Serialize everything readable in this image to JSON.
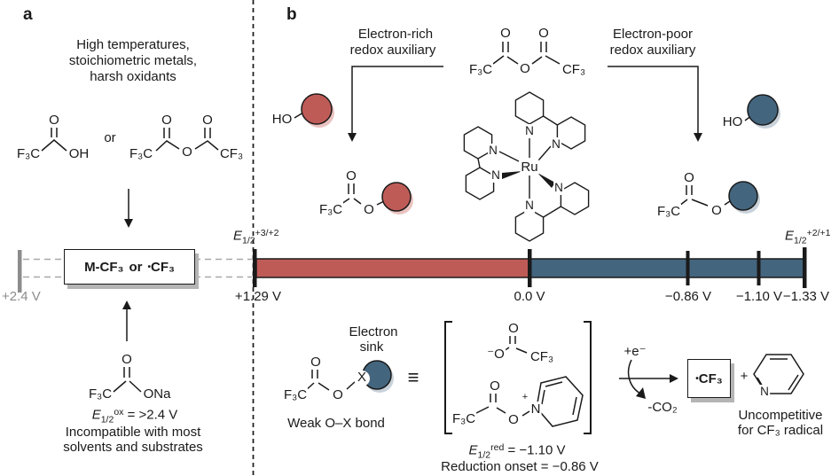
{
  "colors": {
    "bar_red": "#bf5b57",
    "bar_blue": "#44657e",
    "reference_gray": "#8c8c8c"
  },
  "panel_a": {
    "label": "a",
    "conditions": [
      "High temperatures,",
      "stoichiometric metals,",
      "harsh oxidants"
    ],
    "or": "or",
    "tfa": {
      "o": "O",
      "f3c": "F₃C",
      "oh": "OH"
    },
    "tfaa": {
      "o_left": "O",
      "o_right": "O",
      "f3c": "F₃C",
      "o_bridge": "O",
      "cf3": "CF₃"
    },
    "ref_voltage": "+2.4 V",
    "box": {
      "m": "M-CF₃",
      "or": "or",
      "dot": "•",
      "cf3": "CF₃"
    },
    "salt": {
      "o": "O",
      "f3c": "F₃C",
      "ona": "ONa"
    },
    "e_ox": {
      "e": "E",
      "sub": "1/2",
      "sup": "ox",
      "rest": " = >2.4 V"
    },
    "note": [
      "Incompatible with most",
      "solvents and substrates"
    ]
  },
  "panel_b": {
    "label": "b",
    "electron_rich": [
      "Electron-rich",
      "redox auxiliary"
    ],
    "electron_poor": [
      "Electron-poor",
      "redox auxiliary"
    ],
    "ho": "HO",
    "anhydride": {
      "o_left": "O",
      "o_right": "O",
      "f3c": "F₃C",
      "o_bridge": "O",
      "cf3": "CF₃"
    },
    "ru_complex": {
      "ru": "Ru",
      "n": "N"
    },
    "ester": {
      "f3c": "F₃C",
      "o_top": "O",
      "o_bridge": "O"
    },
    "scale": {
      "left_e": {
        "e": "E",
        "sub": "1/2",
        "sup": "+3/+2"
      },
      "right_e": {
        "e": "E",
        "sub": "1/2",
        "sup": "+2/+1"
      },
      "ticks": [
        "+1.29 V",
        "0.0 V",
        "−0.86 V",
        "−1.10 V",
        "−1.33 V"
      ]
    },
    "sink": {
      "lines": [
        "Electron",
        "sink"
      ],
      "f3c": "F₃C",
      "o_top": "O",
      "o_bridge": "O",
      "x": "X"
    },
    "weak_bond": "Weak O–X bond",
    "equiv": "≡",
    "bracket": {
      "anion": {
        "o_minus": "⁻O",
        "o_top": "O",
        "cf3": "CF₃"
      },
      "pyridinium": {
        "f3c": "F₃C",
        "o_top": "O",
        "o_bridge": "O",
        "n": "N",
        "plus": "+"
      }
    },
    "e_red": {
      "e": "E",
      "sub": "1/2",
      "sup": "red",
      "rest": " = −1.10 V"
    },
    "onset": "Reduction onset = −0.86 V",
    "plus_e": "+e⁻",
    "minus_co2": "-CO₂",
    "cf3_box": {
      "dot": "•",
      "cf3": "CF₃"
    },
    "plus": "+",
    "pyridine_n": "N",
    "uncompetitive": [
      "Uncompetitive",
      "for CF₃ radical"
    ]
  }
}
